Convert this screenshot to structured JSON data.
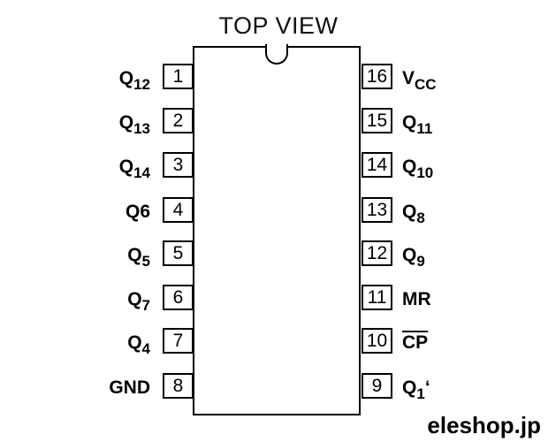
{
  "title": "TOP VIEW",
  "pins_left": [
    {
      "num": "1",
      "name": "Q",
      "sub": "12",
      "suffix": ""
    },
    {
      "num": "2",
      "name": "Q",
      "sub": "13",
      "suffix": ""
    },
    {
      "num": "3",
      "name": "Q",
      "sub": "14",
      "suffix": ""
    },
    {
      "num": "4",
      "name": "Q6",
      "sub": "",
      "suffix": ""
    },
    {
      "num": "5",
      "name": "Q",
      "sub": "5",
      "suffix": ""
    },
    {
      "num": "6",
      "name": "Q",
      "sub": "7",
      "suffix": ""
    },
    {
      "num": "7",
      "name": "Q",
      "sub": "4",
      "suffix": ""
    },
    {
      "num": "8",
      "name": "GND",
      "sub": "",
      "suffix": ""
    }
  ],
  "pins_right": [
    {
      "num": "16",
      "name": "V",
      "sub": "CC",
      "suffix": ""
    },
    {
      "num": "15",
      "name": "Q",
      "sub": "11",
      "suffix": ""
    },
    {
      "num": "14",
      "name": "Q",
      "sub": "10",
      "suffix": ""
    },
    {
      "num": "13",
      "name": "Q",
      "sub": "8",
      "suffix": ""
    },
    {
      "num": "12",
      "name": "Q",
      "sub": "9",
      "suffix": ""
    },
    {
      "num": "11",
      "name": "MR",
      "sub": "",
      "suffix": ""
    },
    {
      "num": "10",
      "name": "CP",
      "sub": "",
      "suffix": "",
      "overline": true
    },
    {
      "num": "9",
      "name": "Q",
      "sub": "1",
      "suffix": "‘"
    }
  ],
  "brand": "eleshop.jp"
}
